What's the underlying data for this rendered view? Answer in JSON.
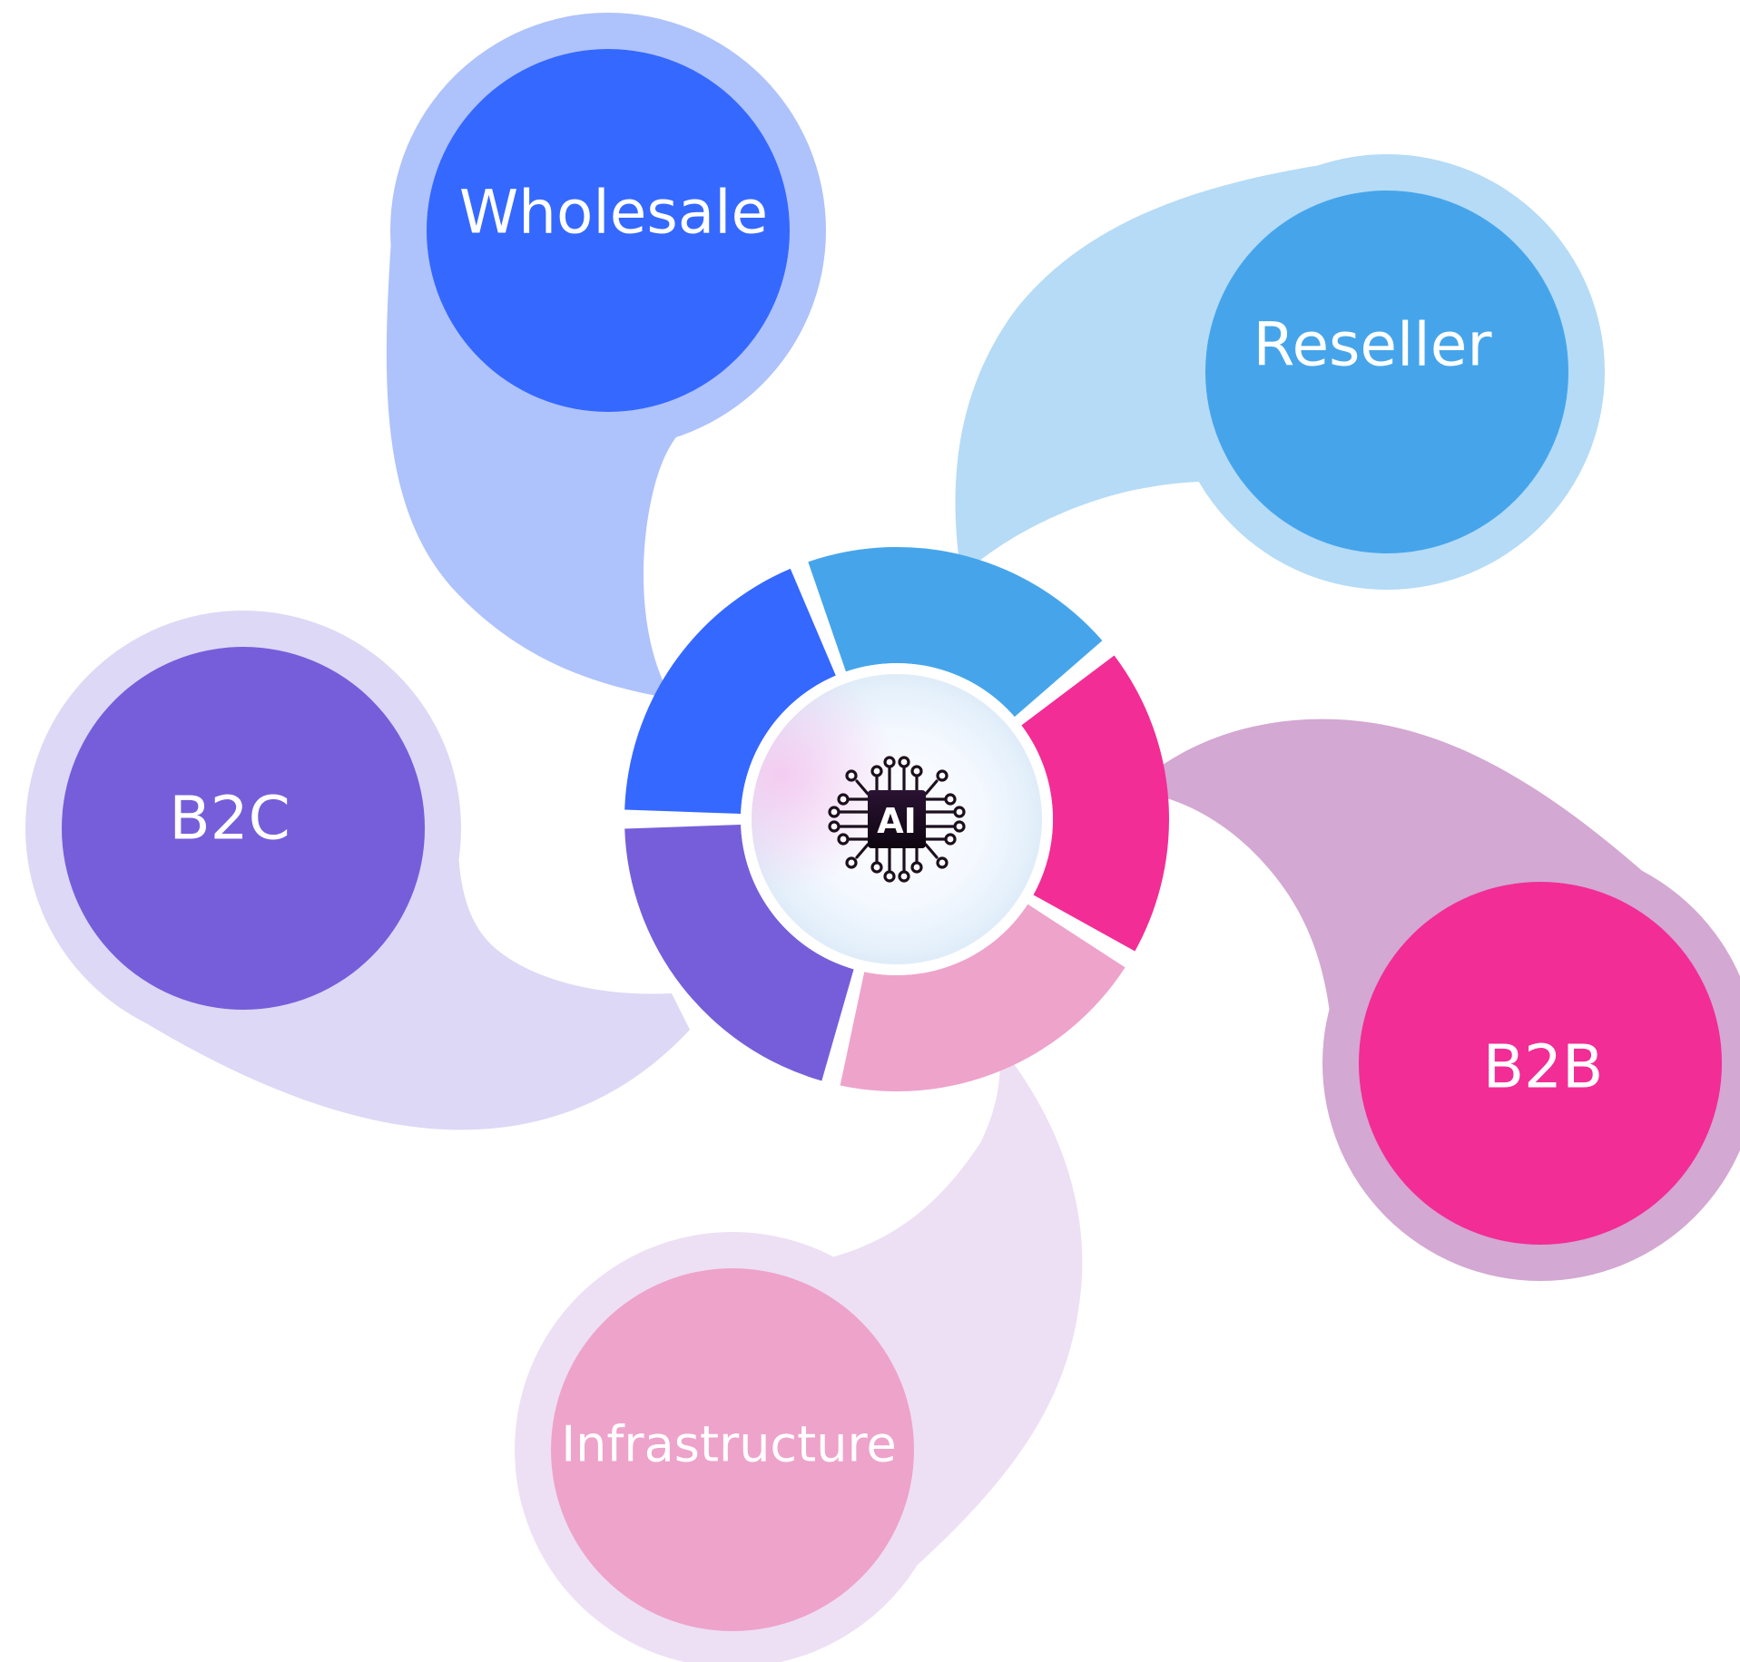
{
  "center": {
    "chip_label": "AI",
    "icon": "ai-chip-icon"
  },
  "nodes": [
    {
      "id": "wholesale",
      "label": "Wholesale",
      "color": "#3568FF",
      "halo": "#AEC2FB"
    },
    {
      "id": "reseller",
      "label": "Reseller",
      "color": "#46A5EA",
      "halo": "#B5DBF6"
    },
    {
      "id": "b2b",
      "label": "B2B",
      "color": "#F22D96",
      "halo": "#D3A8D2"
    },
    {
      "id": "infrastructure",
      "label": "Infrastructure",
      "color": "#EEA3CB",
      "halo": "#EDE0F4"
    },
    {
      "id": "b2c",
      "label": "B2C",
      "color": "#765EDA",
      "halo": "#DDD8F5"
    }
  ]
}
